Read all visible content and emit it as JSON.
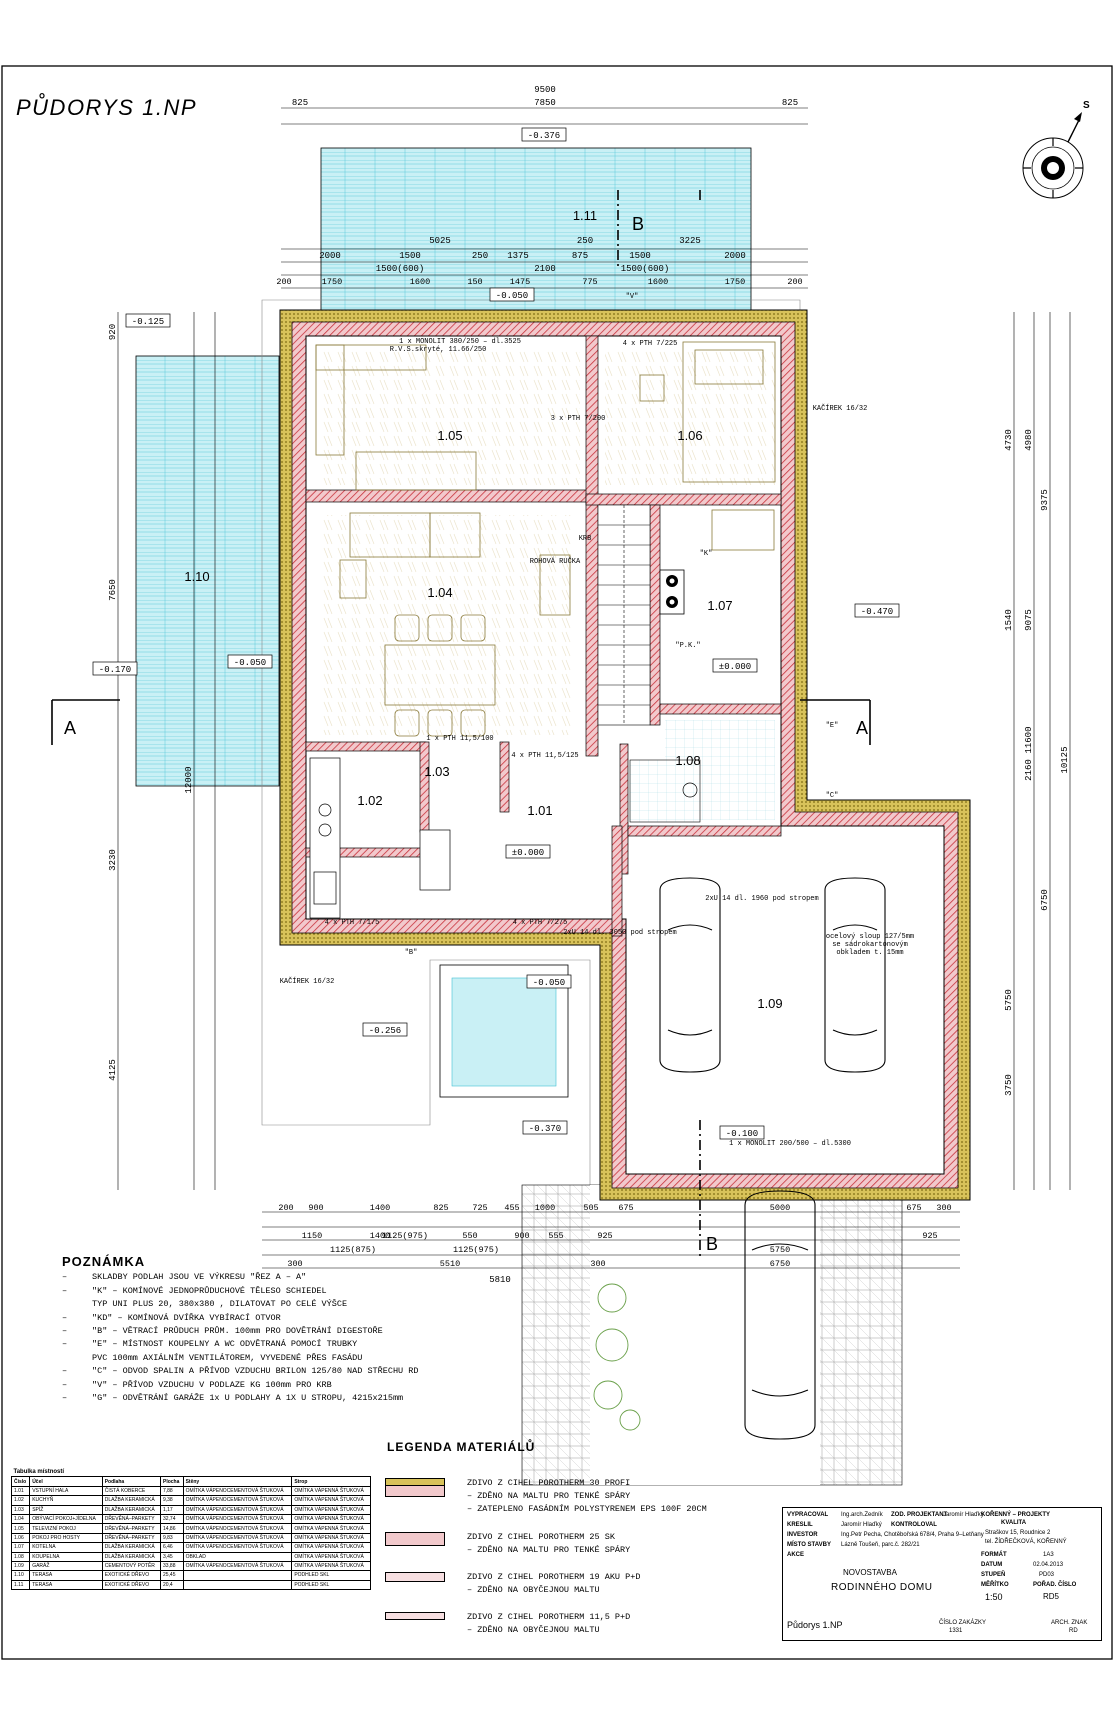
{
  "drawing": {
    "title": "PŮDORYS 1.NP",
    "north_label": "S",
    "section_marks": [
      "A",
      "A",
      "B",
      "B"
    ],
    "dims_top": [
      "9500",
      "825",
      "7850",
      "825"
    ],
    "dims_top_row2": [
      "5025",
      "250",
      "3225"
    ],
    "dims_top_row3": [
      "2000",
      "1500",
      "250",
      "1375",
      "875",
      "1500",
      "2000"
    ],
    "dims_top_row4": [
      "1500(600)",
      "2100",
      "1500(600)"
    ],
    "dims_top_row5": [
      "200",
      "1750",
      "1600",
      "150",
      "1475",
      "775",
      "1600",
      "1750",
      "200"
    ],
    "dims_bottom_row1": [
      "200",
      "900",
      "1400",
      "825",
      "725",
      "455",
      "1000",
      "505",
      "675",
      "5000",
      "675",
      "300"
    ],
    "dims_bottom_row2": [
      "1150",
      "1400",
      "1125(975)",
      "550",
      "900",
      "555",
      "925",
      "925"
    ],
    "dims_bottom_row3": [
      "1125(875)",
      "1125(975)",
      "5750"
    ],
    "dims_bottom_row4": [
      "300",
      "5510",
      "300",
      "6750"
    ],
    "dims_bottom_total": "5810",
    "dims_left": [
      "920",
      "7650",
      "12000",
      "3230",
      "4125"
    ],
    "dims_right": [
      "4730",
      "4980",
      "9375",
      "10125",
      "9075",
      "1540",
      "6750",
      "11600",
      "2160",
      "5750",
      "3750"
    ],
    "levels": [
      "-0.376",
      "-0.125",
      "-0.050",
      "-0.050",
      "-0.170",
      "-0.470",
      "±0.000",
      "±0.000",
      "-0.050",
      "-0.256",
      "-0.370",
      "-0.100"
    ],
    "rooms": [
      {
        "id": "1.01",
        "area": ""
      },
      {
        "id": "1.02",
        "area": ""
      },
      {
        "id": "1.03",
        "area": ""
      },
      {
        "id": "1.04",
        "area": ""
      },
      {
        "id": "1.05",
        "area": ""
      },
      {
        "id": "1.06",
        "area": ""
      },
      {
        "id": "1.07",
        "area": ""
      },
      {
        "id": "1.08",
        "area": ""
      },
      {
        "id": "1.09",
        "area": ""
      },
      {
        "id": "1.10",
        "area": ""
      },
      {
        "id": "1.11",
        "area": ""
      }
    ],
    "callouts": [
      "KAČÍREK 16/32",
      "KAČÍREK 16/32",
      "1 x MONOLIT 380/250 – dl.3525",
      "R.V.S.skryté, 11.66/250",
      "1 x MONOLIT 200/500 – dl.5300",
      "2xU 14 dl. 3050 pod stropem",
      "2xU 14 dl. 1960 pod stropem",
      "ocelový sloup 127/5mm",
      "se sádrokartonovým",
      "obkladem t. 15mm",
      "4 x PTH 7/225",
      "3 x PTH 7/200",
      "4 x PTH 7/175",
      "1 x PTH 11,5/100",
      "4 x PTH 11,5/125",
      "4 x PTH 7/275",
      "\"K\"",
      "\"P.K.\"",
      "\"E\"",
      "\"C\"",
      "\"V\"",
      "\"B\"",
      "ROHOVÁ RUČKA",
      "KRB"
    ]
  },
  "notes": {
    "heading": "POZNÁMKA",
    "items": [
      {
        "dash": "–",
        "text": "SKLADBY PODLAH JSOU VE VÝKRESU \"ŘEZ A – A\""
      },
      {
        "dash": "–",
        "text": "\"K\" – KOMÍNOVÉ JEDNOPRŮDUCHOVÉ TĚLESO SCHIEDEL"
      },
      {
        "dash": "",
        "text": "TYP UNI PLUS 20, 380x380 , DILATOVAT PO CELÉ VÝŠCE"
      },
      {
        "dash": "–",
        "text": "\"KD\" – KOMÍNOVÁ DVÍŘKA VYBÍRACÍ OTVOR"
      },
      {
        "dash": "–",
        "text": "\"B\" – VĚTRACÍ PRŮDUCH PRŮM. 100mm PRO DOVĚTRÁNÍ DIGESTOŘE"
      },
      {
        "dash": "–",
        "text": "\"E\" – MÍSTNOST KOUPELNY A WC ODVĚTRANÁ POMOCÍ TRUBKY"
      },
      {
        "dash": "",
        "text": "PVC 100mm AXIÁLNÍM VENTILÁTOREM, VYVEDENÉ PŘES FASÁDU"
      },
      {
        "dash": "–",
        "text": "\"C\" – ODVOD SPALIN A PŘÍVOD VZDUCHU BRILON 125/80 NAD STŘECHU RD"
      },
      {
        "dash": "–",
        "text": "\"V\" – PŘÍVOD VZDUCHU V PODLAZE KG 100mm PRO KRB"
      },
      {
        "dash": "–",
        "text": "\"G\" – ODVĚTRÁNÍ GARÁŽE 1x U PODLAHY A 1X U STROPU, 4215x215mm"
      }
    ]
  },
  "legend": {
    "title": "LEGENDA MATERIÁLŮ",
    "items": [
      {
        "lines": [
          "ZDIVO Z CIHEL POROTHERM 30 PROFI",
          "– ZDĚNO NA MALTU PRO TENKÉ SPÁRY",
          "– ZATEPLENO FASÁDNÍM POLYSTYRENEM EPS 100F 20CM"
        ]
      },
      {
        "lines": [
          "ZDIVO Z CIHEL POROTHERM 25 SK",
          "– ZDĚNO NA MALTU PRO TENKÉ SPÁRY"
        ]
      },
      {
        "lines": [
          "ZDIVO Z CIHEL POROTHERM 19 AKU P+D",
          "– ZDĚNO NA OBYČEJNOU MALTU"
        ]
      },
      {
        "lines": [
          "ZDIVO Z CIHEL POROTHERM 11,5 P+D",
          "– ZDĚNO NA OBYČEJNOU MALTU"
        ]
      }
    ],
    "colors": {
      "brick": "#c8323c",
      "insulation": "#c9b23a",
      "terrace": "#8fdbe6",
      "wall": "#000000"
    }
  },
  "room_table": {
    "caption": "Tabulka místností",
    "rows": [
      [
        "Číslo",
        "Účel",
        "Podlaha",
        "Plocha",
        "Stěny",
        "Strop"
      ],
      [
        "1.01",
        "VSTUPNÍ HALA",
        "ČISTÁ KOBERCE",
        "7,88",
        "OMÍTKA VÁPENOCEMENTOVÁ ŠTUKOVÁ",
        "OMÍTKA VÁPENNÁ ŠTUKOVÁ"
      ],
      [
        "1.02",
        "KUCHYŇ",
        "DLAŽBA KERAMICKÁ",
        "9,38",
        "OMÍTKA VÁPENOCEMENTOVÁ ŠTUKOVÁ",
        "OMÍTKA VÁPENNÁ ŠTUKOVÁ"
      ],
      [
        "1.03",
        "SPÍŽ",
        "DLAŽBA KERAMICKÁ",
        "1,17",
        "OMÍTKA VÁPENOCEMENTOVÁ ŠTUKOVÁ",
        "OMÍTKA VÁPENNÁ ŠTUKOVÁ"
      ],
      [
        "1.04",
        "OBÝVACÍ POKOJ+JÍDELNA",
        "DŘEVĚNÁ–PARKETY",
        "32,74",
        "OMÍTKA VÁPENOCEMENTOVÁ ŠTUKOVÁ",
        "OMÍTKA VÁPENNÁ ŠTUKOVÁ"
      ],
      [
        "1.05",
        "TELEVIZNÍ POKOJ",
        "DŘEVĚNÁ–PARKETY",
        "14,86",
        "OMÍTKA VÁPENOCEMENTOVÁ ŠTUKOVÁ",
        "OMÍTKA VÁPENNÁ ŠTUKOVÁ"
      ],
      [
        "1.06",
        "POKOJ PRO HOSTY",
        "DŘEVĚNÁ–PARKETY",
        "9,83",
        "OMÍTKA VÁPENOCEMENTOVÁ ŠTUKOVÁ",
        "OMÍTKA VÁPENNÁ ŠTUKOVÁ"
      ],
      [
        "1.07",
        "KOTELNA",
        "DLAŽBA KERAMICKÁ",
        "6,46",
        "OMÍTKA VÁPENOCEMENTOVÁ ŠTUKOVÁ",
        "OMÍTKA VÁPENNÁ ŠTUKOVÁ"
      ],
      [
        "1.08",
        "KOUPELNA",
        "DLAŽBA KERAMICKÁ",
        "3,45",
        "OBKLAD",
        "OMÍTKA VÁPENNÁ ŠTUKOVÁ"
      ],
      [
        "1.09",
        "GARÁŽ",
        "CEMENTOVÝ POTĚR",
        "33,88",
        "OMÍTKA VÁPENOCEMENTOVÁ ŠTUKOVÁ",
        "OMÍTKA VÁPENNÁ ŠTUKOVÁ"
      ],
      [
        "1.10",
        "TERASA",
        "EXOTICKÉ DŘEVO",
        "25,45",
        "",
        "PODHLED SKL"
      ],
      [
        "1.11",
        "TERASA",
        "EXOTICKÉ DŘEVO",
        "20,4",
        "",
        "PODHLED SKL"
      ]
    ]
  },
  "title_block": {
    "vypracoval_label": "VYPRACOVAL",
    "vypracoval": "Ing.arch.Zedník",
    "zodp_label": "ZOD. PROJEKTANT",
    "zodp": "Jaromír Hlaďký",
    "kreslil_label": "KRESLIL",
    "kreslil": "Jaromír Hlaďký",
    "kontroloval_label": "KONTROLOVAL",
    "investor_label": "INVESTOR",
    "investor": "Ing.Petr Pecha, Chotěbořská 678/4, Praha 9–Letňany",
    "misto_label": "MÍSTO STAVBY",
    "misto": "Lázně Toušeň, parc.č. 282/21",
    "akce_label": "AKCE",
    "akce_1": "NOVOSTAVBA",
    "akce_2": "RODINNÉHO DOMU",
    "drawing_name": "Půdorys 1.NP",
    "company_1": "KOŘENNÝ – PROJEKTY",
    "company_2": "KVALITA",
    "company_3": "Straškov 15, Roudnice 2",
    "company_4": "tel. ŽÍDŘEČKOVÁ, KOŘENNÝ",
    "format_label": "FORMÁT",
    "format": "1A3",
    "datum_label": "DATUM",
    "datum": "02.04.2013",
    "stupen_label": "STUPEŇ",
    "stupen": "PD03",
    "meritko_label": "MĚŘÍTKO",
    "meritko": "1:50",
    "cislo_label": "ČÍSLO ZAKÁZKY",
    "cislo": "1331",
    "arch_label": "ARCH. ZNAK",
    "arch": "RD",
    "pc_label": "POŘAD. ČÍSLO",
    "pc": "RD5"
  }
}
